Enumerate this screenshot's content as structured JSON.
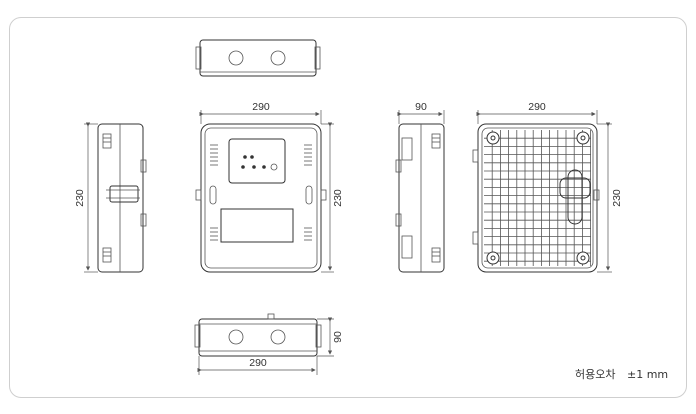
{
  "dimensions": {
    "front_width": "290",
    "front_height": "230",
    "side_depth": "90",
    "back_width": "290",
    "back_height": "230",
    "bottom_width": "290",
    "bottom_depth": "90",
    "left_height": "230"
  },
  "tolerance": {
    "label": "허용오차",
    "value": "±1 mm"
  }
}
